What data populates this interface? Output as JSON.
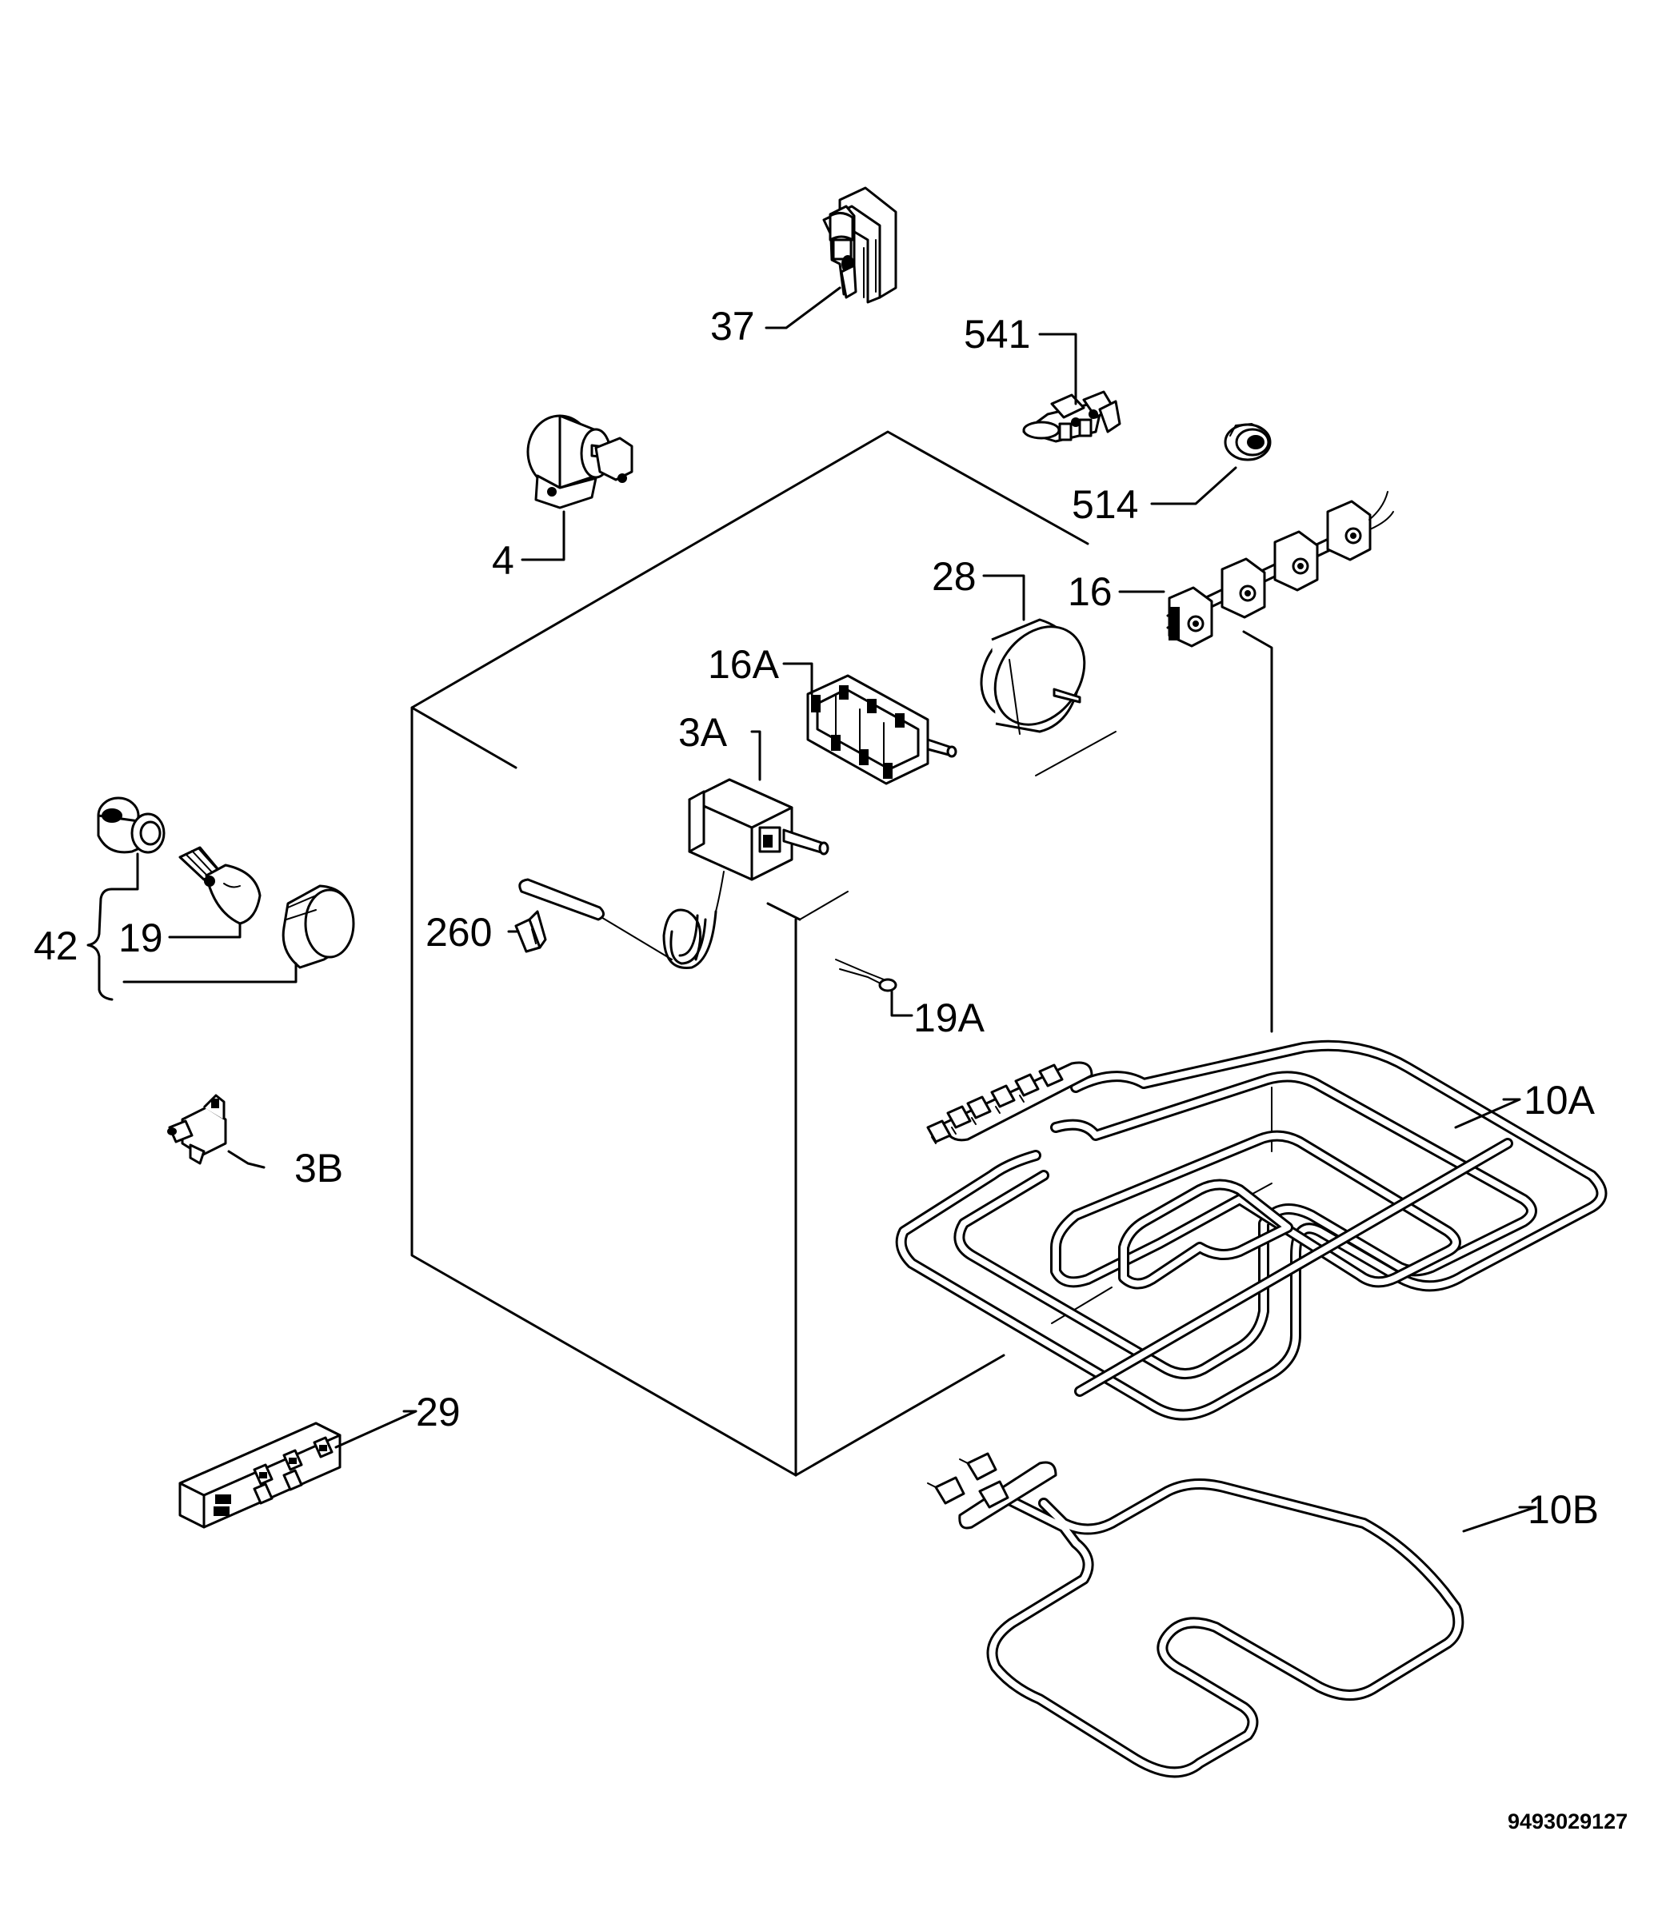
{
  "callouts": {
    "c37": "37",
    "c541": "541",
    "c514": "514",
    "c4": "4",
    "c28": "28",
    "c16": "16",
    "c16a": "16A",
    "c3a": "3A",
    "c42": "42",
    "c19": "19",
    "c260": "260",
    "c19a": "19A",
    "c10a": "10A",
    "c3b": "3B",
    "c29": "29",
    "c10b": "10B"
  },
  "document_number": "9493029127"
}
